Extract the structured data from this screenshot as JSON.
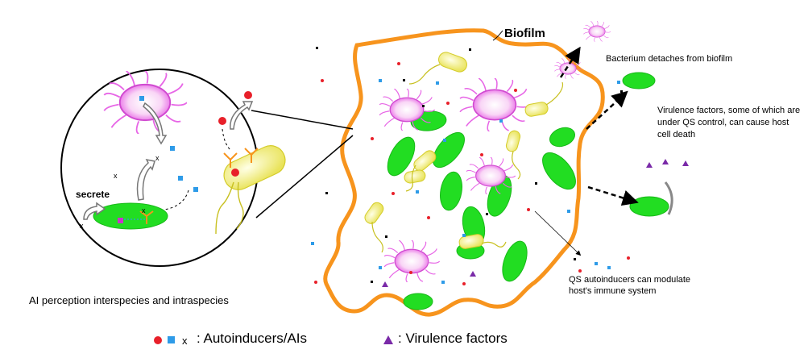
{
  "labels": {
    "biofilm": "Biofilm",
    "detach": "Bacterium detaches from  biofilm",
    "virulence": "Virulence factors, some of which are under QS control, can cause host cell death",
    "qs": "QS autoinducers can modulate host's immune system",
    "secrete": "secrete",
    "perception": "AI perception interspecies and intraspecies"
  },
  "legend": {
    "autoinducers": ": Autoinducers/AIs",
    "virulence": ": Virulence factors"
  },
  "colors": {
    "biofilm_outline": "#f7941d",
    "green_cell": "#22dd22",
    "pink_cell": "#ee66ee",
    "yellow_cell": "#f2f08a",
    "red_ai": "#e8202a",
    "blue_ai": "#2e9be8",
    "virulence_factor": "#7a2aa8"
  },
  "icons": [
    "red-dot-icon",
    "blue-square-icon",
    "x-mark-icon",
    "purple-triangle-icon"
  ]
}
